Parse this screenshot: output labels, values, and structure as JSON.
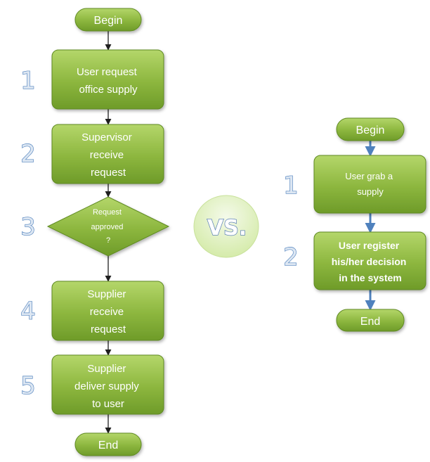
{
  "colors": {
    "node_fill_top": "#b4d66a",
    "node_fill_bottom": "#6e9b29",
    "node_stroke": "#5f8a22",
    "arrow_dark": "#1f1f1f",
    "arrow_blue": "#4f81bd",
    "step_number": "#4f81bd",
    "vs_circle": "#e6f3c4"
  },
  "left_flow": {
    "begin": "Begin",
    "step1": [
      "User request",
      "office supply"
    ],
    "step2": [
      "Supervisor",
      "receive",
      "request"
    ],
    "decision": [
      "Request",
      "approved",
      "?"
    ],
    "step4": [
      "Supplier",
      "receive",
      "request"
    ],
    "step5": [
      "Supplier",
      "deliver supply",
      "to user"
    ],
    "end": "End",
    "numbers": [
      "1",
      "2",
      "3",
      "4",
      "5"
    ]
  },
  "vs_label": "VS.",
  "right_flow": {
    "begin": "Begin",
    "step1": [
      "User grab a",
      "supply"
    ],
    "step2": [
      "User register",
      "his/her decision",
      "in the system"
    ],
    "end": "End",
    "numbers": [
      "1",
      "2"
    ]
  }
}
